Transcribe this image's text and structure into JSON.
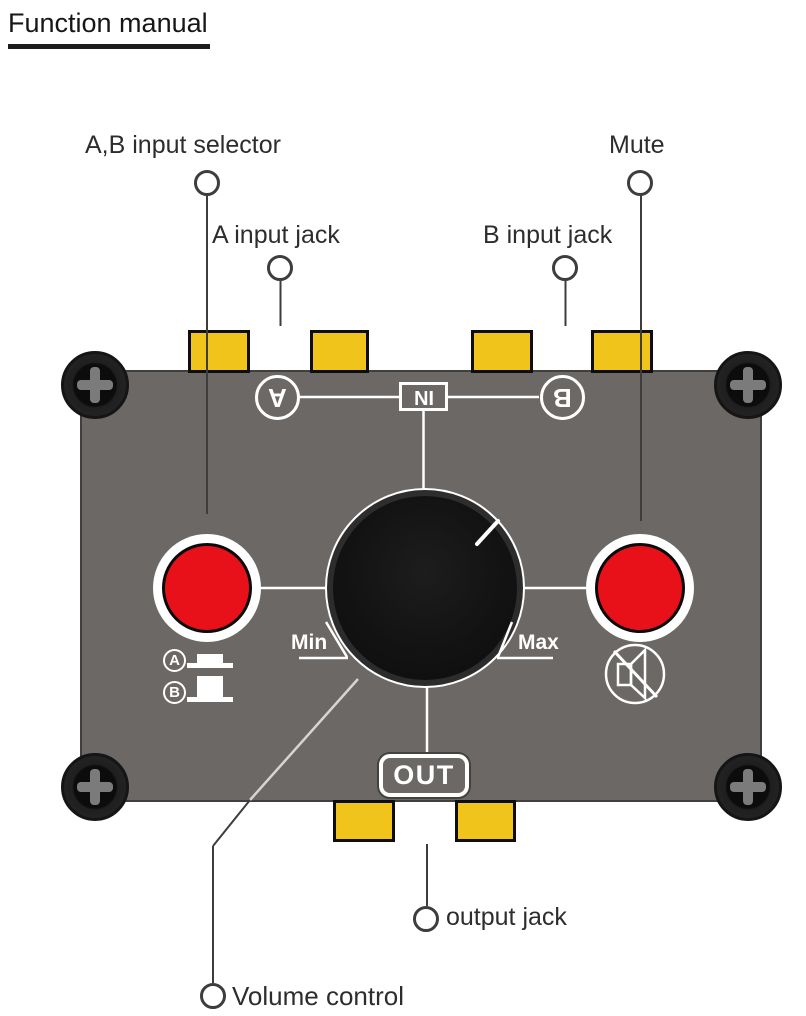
{
  "title": "Function manual",
  "callouts": {
    "ab_selector": "A,B input selector",
    "a_input_jack": "A input jack",
    "b_input_jack": "B input jack",
    "mute": "Mute",
    "output_jack": "output jack",
    "volume_control": "Volume control"
  },
  "device": {
    "input_a_label": "A",
    "in_label": "IN",
    "input_b_label": "B",
    "knob_min_label": "Min",
    "knob_max_label": "Max",
    "out_label": "OUT",
    "legend_a_label": "A",
    "legend_b_label": "B"
  },
  "icons": {
    "screw": "phillips-screw-icon",
    "mute": "muted-speaker-icon",
    "legend_a": "button-pressed-icon",
    "legend_b": "button-released-icon"
  },
  "colors": {
    "body_gray": "#6b6865",
    "jack_yellow": "#f0c41b",
    "button_red": "#e8111a",
    "knob_black": "#121212",
    "line_dark": "#3d3d3d",
    "line_white": "#ffffff",
    "text_dark": "#2d2d2d"
  }
}
